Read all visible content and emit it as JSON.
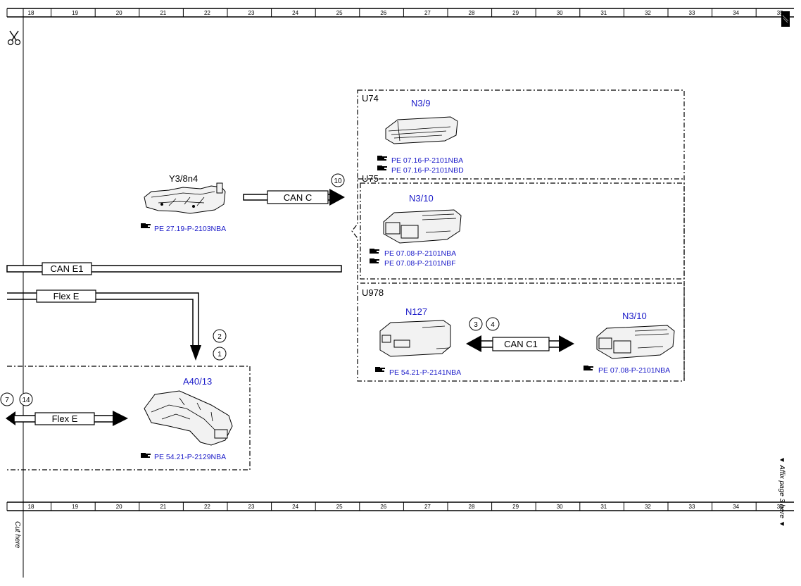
{
  "ruler": {
    "top": [
      "18",
      "19",
      "20",
      "21",
      "22",
      "23",
      "24",
      "25",
      "26",
      "27",
      "28",
      "29",
      "30",
      "31",
      "32",
      "33",
      "34",
      "35"
    ],
    "bottom": [
      "18",
      "19",
      "20",
      "21",
      "22",
      "23",
      "24",
      "25",
      "26",
      "27",
      "28",
      "29",
      "30",
      "31",
      "32",
      "33",
      "34",
      "35"
    ]
  },
  "side_text": {
    "cut_here": "Cut here",
    "affix": "▼ Affix page 3 here ▼"
  },
  "components": {
    "y3": {
      "name": "Y3/8n4",
      "ref": "PE 27.19-P-2103NBA"
    },
    "a40": {
      "name": "A40/13",
      "ref": "PE 54.21-P-2129NBA"
    },
    "u74": {
      "group": "U74",
      "name": "N3/9",
      "refs": [
        "PE 07.16-P-2101NBA",
        "PE 07.16-P-2101NBD"
      ]
    },
    "u75": {
      "group": "U75",
      "name": "N3/10",
      "refs": [
        "PE 07.08-P-2101NBA",
        "PE 07.08-P-2101NBF"
      ]
    },
    "u978": {
      "group": "U978",
      "name_left": "N127",
      "ref_left": "PE 54.21-P-2141NBA",
      "name_right": "N3/10",
      "ref_right": "PE 07.08-P-2101NBA"
    }
  },
  "buses": {
    "can_c": "CAN C",
    "can_e1": "CAN E1",
    "flex_e_top": "Flex E",
    "flex_e_bottom": "Flex E",
    "can_c1": "CAN C1"
  },
  "markers": {
    "m10": "10",
    "m2": "2",
    "m1": "1",
    "m3": "3",
    "m4": "4",
    "m7": "7",
    "m14": "14"
  },
  "colors": {
    "link_blue": "#1a1ac8",
    "line": "#000000"
  }
}
